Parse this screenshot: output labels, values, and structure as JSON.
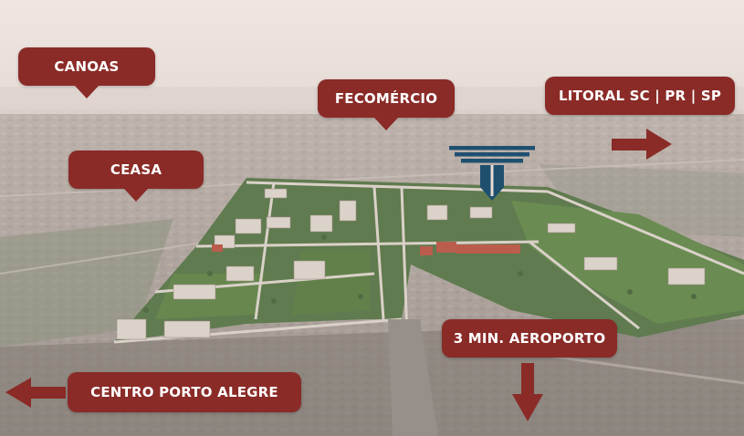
{
  "map": {
    "labels": {
      "canoas": "CANOAS",
      "fecomercio": "FECOMÉRCIO",
      "litoral": "LITORAL SC | PR | SP",
      "ceasa": "CEASA",
      "aeroporto": "3 MIN. AEROPORTO",
      "centro": "CENTRO PORTO ALEGRE"
    },
    "colors": {
      "label_bg": "#8a2b27",
      "label_text": "#ffffff",
      "logo": "#1f4f6f",
      "haze": "#e7dcd6"
    },
    "icons": {
      "arrow_right": "arrow-right-icon",
      "arrow_down": "arrow-down-icon",
      "arrow_left": "arrow-left-icon",
      "logo": "t-monogram-logo"
    }
  }
}
